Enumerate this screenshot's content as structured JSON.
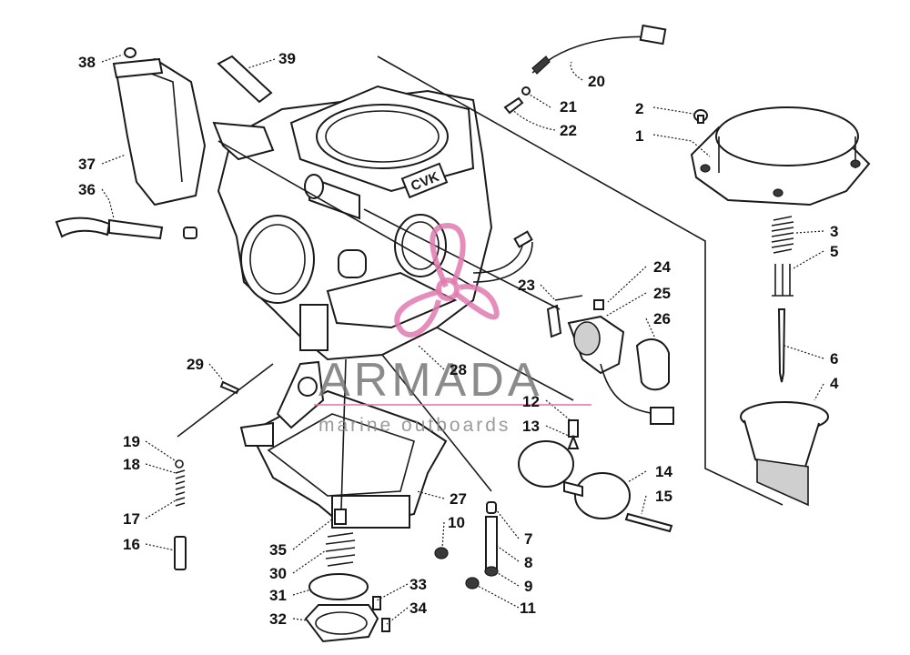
{
  "diagram": {
    "callouts": [
      "1",
      "2",
      "3",
      "4",
      "5",
      "6",
      "7",
      "8",
      "9",
      "10",
      "11",
      "12",
      "13",
      "14",
      "15",
      "16",
      "17",
      "18",
      "19",
      "20",
      "21",
      "22",
      "23",
      "24",
      "25",
      "26",
      "27",
      "28",
      "29",
      "30",
      "31",
      "32",
      "33",
      "34",
      "35",
      "36",
      "37",
      "38",
      "39"
    ]
  },
  "watermark": {
    "brand": "ARMADA",
    "tagline": "marine outboards",
    "accent_color": "#e17aaf"
  },
  "stamp": {
    "text": "CVK"
  }
}
